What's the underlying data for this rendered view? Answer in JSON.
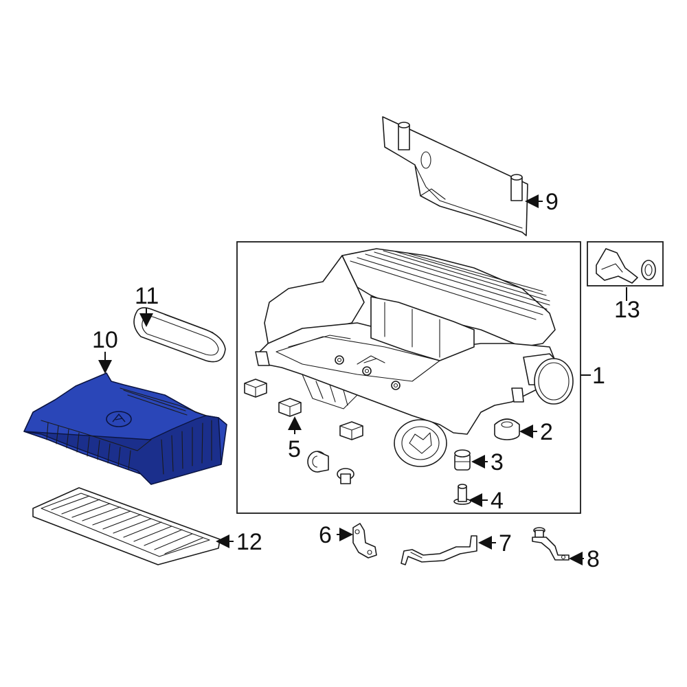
{
  "colors": {
    "highlight_part": "#2a46b8",
    "line": "#1a1a1a",
    "background": "#ffffff"
  },
  "callouts": {
    "c1": "1",
    "c2": "2",
    "c3": "3",
    "c4": "4",
    "c5": "5",
    "c6": "6",
    "c7": "7",
    "c8": "8",
    "c9": "9",
    "c10": "10",
    "c11": "11",
    "c12": "12",
    "c13": "13"
  },
  "highlighted_callout": "10"
}
